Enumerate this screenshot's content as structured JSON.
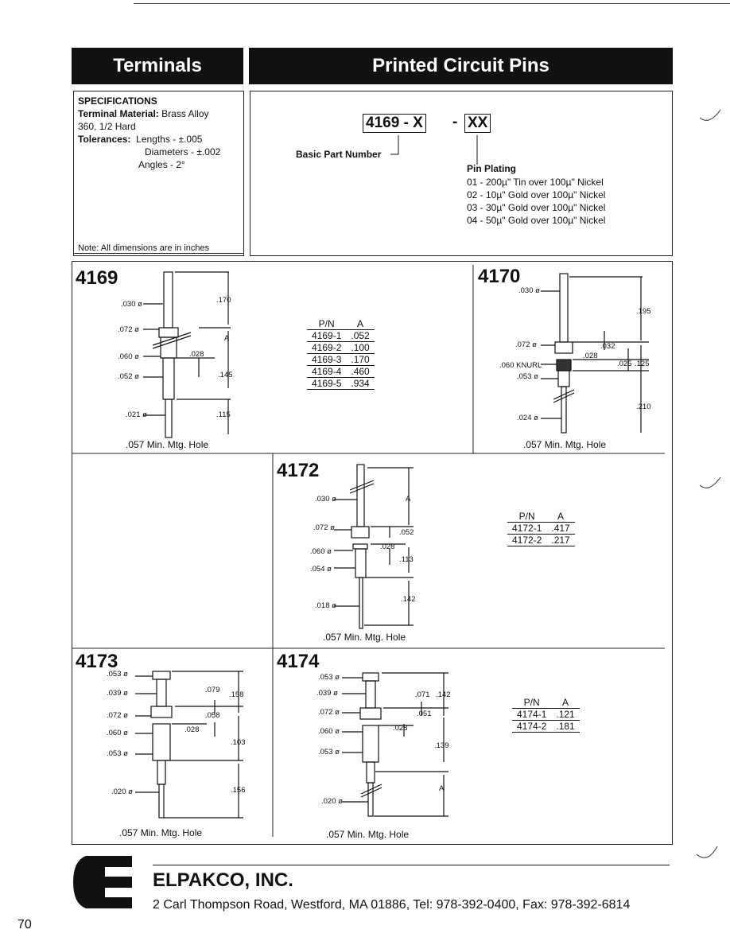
{
  "header": {
    "left_title": "Terminals",
    "right_title": "Printed Circuit Pins"
  },
  "specifications": {
    "heading": "SPECIFICATIONS",
    "material_label": "Terminal Material:",
    "material_value": "Brass Alloy",
    "material_value2": "360, 1/2 Hard",
    "tolerances_label": "Tolerances:",
    "tol_lengths": "Lengths - ±.005",
    "tol_diameters": "Diameters - ±.002",
    "tol_angles": "Angles - 2°",
    "note": "Note: All dimensions are in inches"
  },
  "part_number": {
    "base": "4169 - X",
    "dash": "-",
    "suffix": "XX",
    "basic_label": "Basic Part Number",
    "plating_label": "Pin Plating",
    "plating_options": [
      "01 - 200µ\" Tin over 100µ\" Nickel",
      "02 - 10µ\" Gold over 100µ\" Nickel",
      "03 - 30µ\" Gold over 100µ\" Nickel",
      "04 - 50µ\" Gold over 100µ\" Nickel"
    ]
  },
  "pins": {
    "p4169": {
      "title": "4169",
      "hole": ".057 Min. Mtg. Hole",
      "dims": [
        ".030 ø",
        ".072 ø",
        ".060 ø",
        ".052 ø",
        ".021 ø",
        ".170",
        "A",
        ".028",
        ".145",
        ".115"
      ],
      "table": {
        "col_pn": "P/N",
        "col_a": "A",
        "rows": [
          [
            "4169-1",
            ".052"
          ],
          [
            "4169-2",
            ".100"
          ],
          [
            "4169-3",
            ".170"
          ],
          [
            "4169-4",
            ".460"
          ],
          [
            "4169-5",
            ".934"
          ]
        ]
      }
    },
    "p4170": {
      "title": "4170",
      "hole": ".057 Min. Mtg. Hole",
      "dims": [
        ".030 ø",
        ".195",
        ".072 ø",
        ".032",
        ".028",
        ".060 KNURL",
        ".025",
        ".125",
        ".053 ø",
        ".210",
        ".024 ø"
      ]
    },
    "p4172": {
      "title": "4172",
      "hole": ".057 Min. Mtg. Hole",
      "dims": [
        ".030 ø",
        "A",
        ".072 ø",
        ".052",
        ".028",
        ".060 ø",
        ".113",
        ".054 ø",
        ".142",
        ".018 ø"
      ],
      "table": {
        "col_pn": "P/N",
        "col_a": "A",
        "rows": [
          [
            "4172-1",
            ".417"
          ],
          [
            "4172-2",
            ".217"
          ]
        ]
      }
    },
    "p4173": {
      "title": "4173",
      "hole": ".057 Min. Mtg. Hole",
      "dims": [
        ".053 ø",
        ".039 ø",
        ".079",
        ".158",
        ".072 ø",
        ".058",
        ".060 ø",
        ".028",
        ".103",
        ".053 ø",
        ".020 ø",
        ".156"
      ]
    },
    "p4174": {
      "title": "4174",
      "hole": ".057 Min. Mtg. Hole",
      "dims": [
        ".053 ø",
        ".039 ø",
        ".071",
        ".142",
        ".072 ø",
        ".051",
        ".060 ø",
        ".028",
        ".139",
        ".053 ø",
        "A",
        ".020 ø"
      ],
      "table": {
        "col_pn": "P/N",
        "col_a": "A",
        "rows": [
          [
            "4174-1",
            ".121"
          ],
          [
            "4174-2",
            ".181"
          ]
        ]
      }
    }
  },
  "footer": {
    "company": "ELPAKCO, INC.",
    "address": "2 Carl Thompson Road, Westford, MA  01886, Tel: 978-392-0400, Fax: 978-392-6814",
    "page_number": "70"
  },
  "colors": {
    "ink": "#111111",
    "header_bg": "#111111",
    "header_text": "#ffffff"
  }
}
